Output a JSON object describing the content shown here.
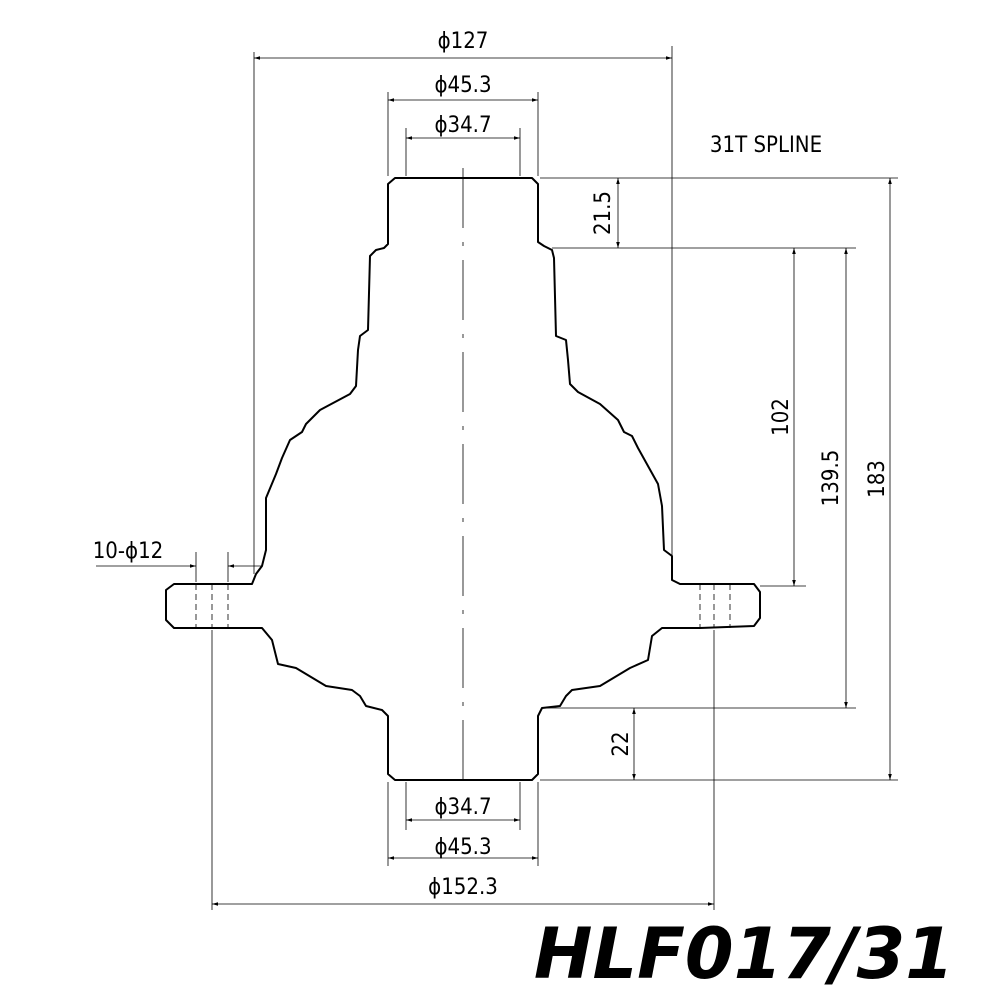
{
  "dimensions": {
    "d127": "ϕ127",
    "d45_top": "ϕ45.3",
    "d34_top": "ϕ34.7",
    "d34_bot": "ϕ34.7",
    "d45_bot": "ϕ45.3",
    "d152": "ϕ152.3",
    "h21_5": "21.5",
    "h102": "102",
    "h139_5": "139.5",
    "h183": "183",
    "h22": "22",
    "holes": "10-ϕ12"
  },
  "spline_note": "31T SPLINE",
  "model": "HLF017/31"
}
